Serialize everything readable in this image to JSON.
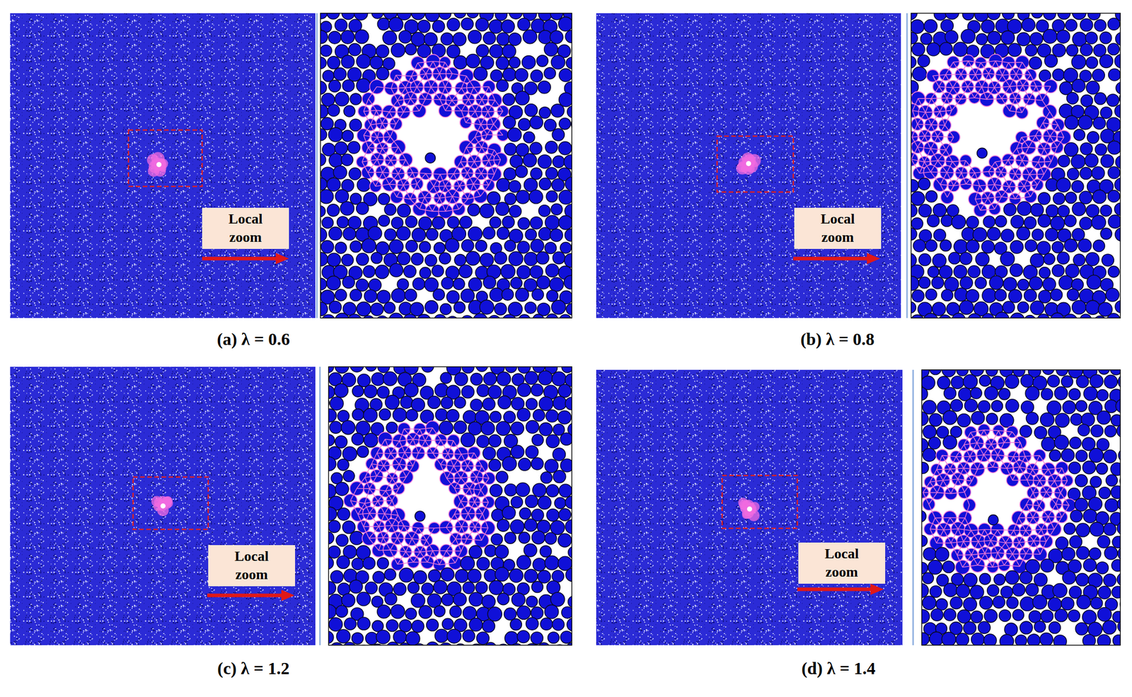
{
  "diagram": {
    "nodes": [
      {
        "text": [
          "Local zoom"
        ]
      },
      {
        "text": [
          "Local zoom"
        ]
      },
      {
        "text": [
          "Local zoom"
        ]
      },
      {
        "text": [
          "Local zoom"
        ]
      }
    ],
    "labels": [
      "(a) λ = 0.6",
      "(b) λ = 0.8",
      "(c) λ = 1.2",
      "(d) λ = 1.4"
    ]
  }
}
